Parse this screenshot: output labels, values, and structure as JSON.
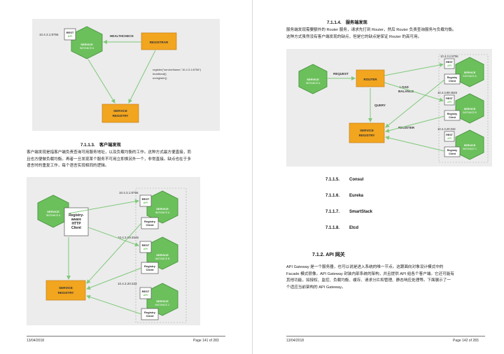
{
  "left_page": {
    "figure1": {
      "ip": "10.4.3.1:8756",
      "rest_api": [
        "REST",
        "API"
      ],
      "service_instance": [
        "SERVICE",
        "INSTANCE A"
      ],
      "healthcheck": "HEALTHCHECK",
      "registrar": "REGISTRAR",
      "registry": [
        "SERVICE",
        "REGISTRY"
      ],
      "calls": [
        "register(\"serviceName,\"10.4.3.1:8756\")",
        "heartbeat()",
        "unregister()"
      ]
    },
    "section_heading": "7.1.1.3.　客户端发现",
    "paragraph": [
      "客户端发现是指客户端负责查询可用服务地址，以及负载均衡的工作。这种方式最方便直接，而",
      "且也方便做负载均衡。再者一旦发现某个服务不可用立即换另外一个，非常直接。缺点也在于多",
      "语言时的重复工作，每个语言实现相同的逻辑。"
    ],
    "figure2": {
      "ips": [
        "10.4.3.1:8756",
        "10.4.3.99:4545",
        "10.4.3.20:333"
      ],
      "client_service": [
        "SERVICE",
        "INSTANCE A"
      ],
      "aware_client": [
        "Registry-",
        "aware",
        "HTTP",
        "Client"
      ],
      "registry": [
        "SERVICE",
        "REGISTRY"
      ],
      "rest_api": [
        "REST",
        "API"
      ],
      "instances": [
        [
          "SERVICE",
          "INSTANCE A"
        ],
        [
          "SERVICE",
          "INSTANCE B"
        ],
        [
          "SERVICE",
          "INSTANCE C"
        ]
      ],
      "registry_client": [
        "Registry",
        "Client"
      ]
    },
    "footer_date": "13/04/2018",
    "footer_page": "Page 141 of 283"
  },
  "right_page": {
    "section_heading": "7.1.1.4.　服务端发现",
    "paragraph": [
      "服务端发现需要额外的 Router 服务，请求先打到 Router，然后 Router 负责查询服务与负载均衡。",
      "这种方式虽然没有客户端发现的缺点，但是它的缺点是保证 Router 的高可用。"
    ],
    "figure": {
      "ips": [
        "10.4.3.1:8756",
        "10.4.3.99:4545",
        "10.4.3.20:333"
      ],
      "client_service": [
        "SERVICE",
        "INSTANCE A"
      ],
      "request": "REQUEST",
      "router": "ROUTER",
      "load_balance": [
        "LOAD",
        "BALANCE"
      ],
      "query": "QUERY",
      "register": "REGISTER",
      "registry": [
        "SERVICE",
        "REGISTRY"
      ],
      "rest_api": [
        "REST",
        "API"
      ],
      "instances": [
        [
          "SERVICE",
          "INSTANCE A"
        ],
        [
          "SERVICE",
          "INSTANCE B"
        ],
        [
          "SERVICE",
          "INSTANCE C"
        ]
      ],
      "registry_client": [
        "Registry",
        "Client"
      ]
    },
    "toc": [
      {
        "num": "7.1.1.5.",
        "title": "Consul"
      },
      {
        "num": "7.1.1.6.",
        "title": "Eureka"
      },
      {
        "num": "7.1.1.7.",
        "title": "SmartStack"
      },
      {
        "num": "7.1.1.8.",
        "title": "Etcd"
      }
    ],
    "api_heading": "7.1.2. API 网关",
    "api_paragraph": [
      "API Gateway 是一个服务器，也可以说是进入系统的唯一节点。这跟面向对象设计模式中的",
      "Facade 模式很像。API Gateway 封装内部系统的架构，并且提供 API 给各个客户端。它还可能有",
      "其他功能，如授权、监控、负载均衡、缓存、请求分片和管理、静态响应处理等。下面展示了一",
      "个适应当前架构的 API Gateway。"
    ],
    "footer_date": "13/04/2018",
    "footer_page": "Page 142 of 283"
  },
  "colors": {
    "green": "#6cc05c",
    "orange": "#f2a51f",
    "figure_bg": "#ececec",
    "arrow": "#7fc97a"
  }
}
